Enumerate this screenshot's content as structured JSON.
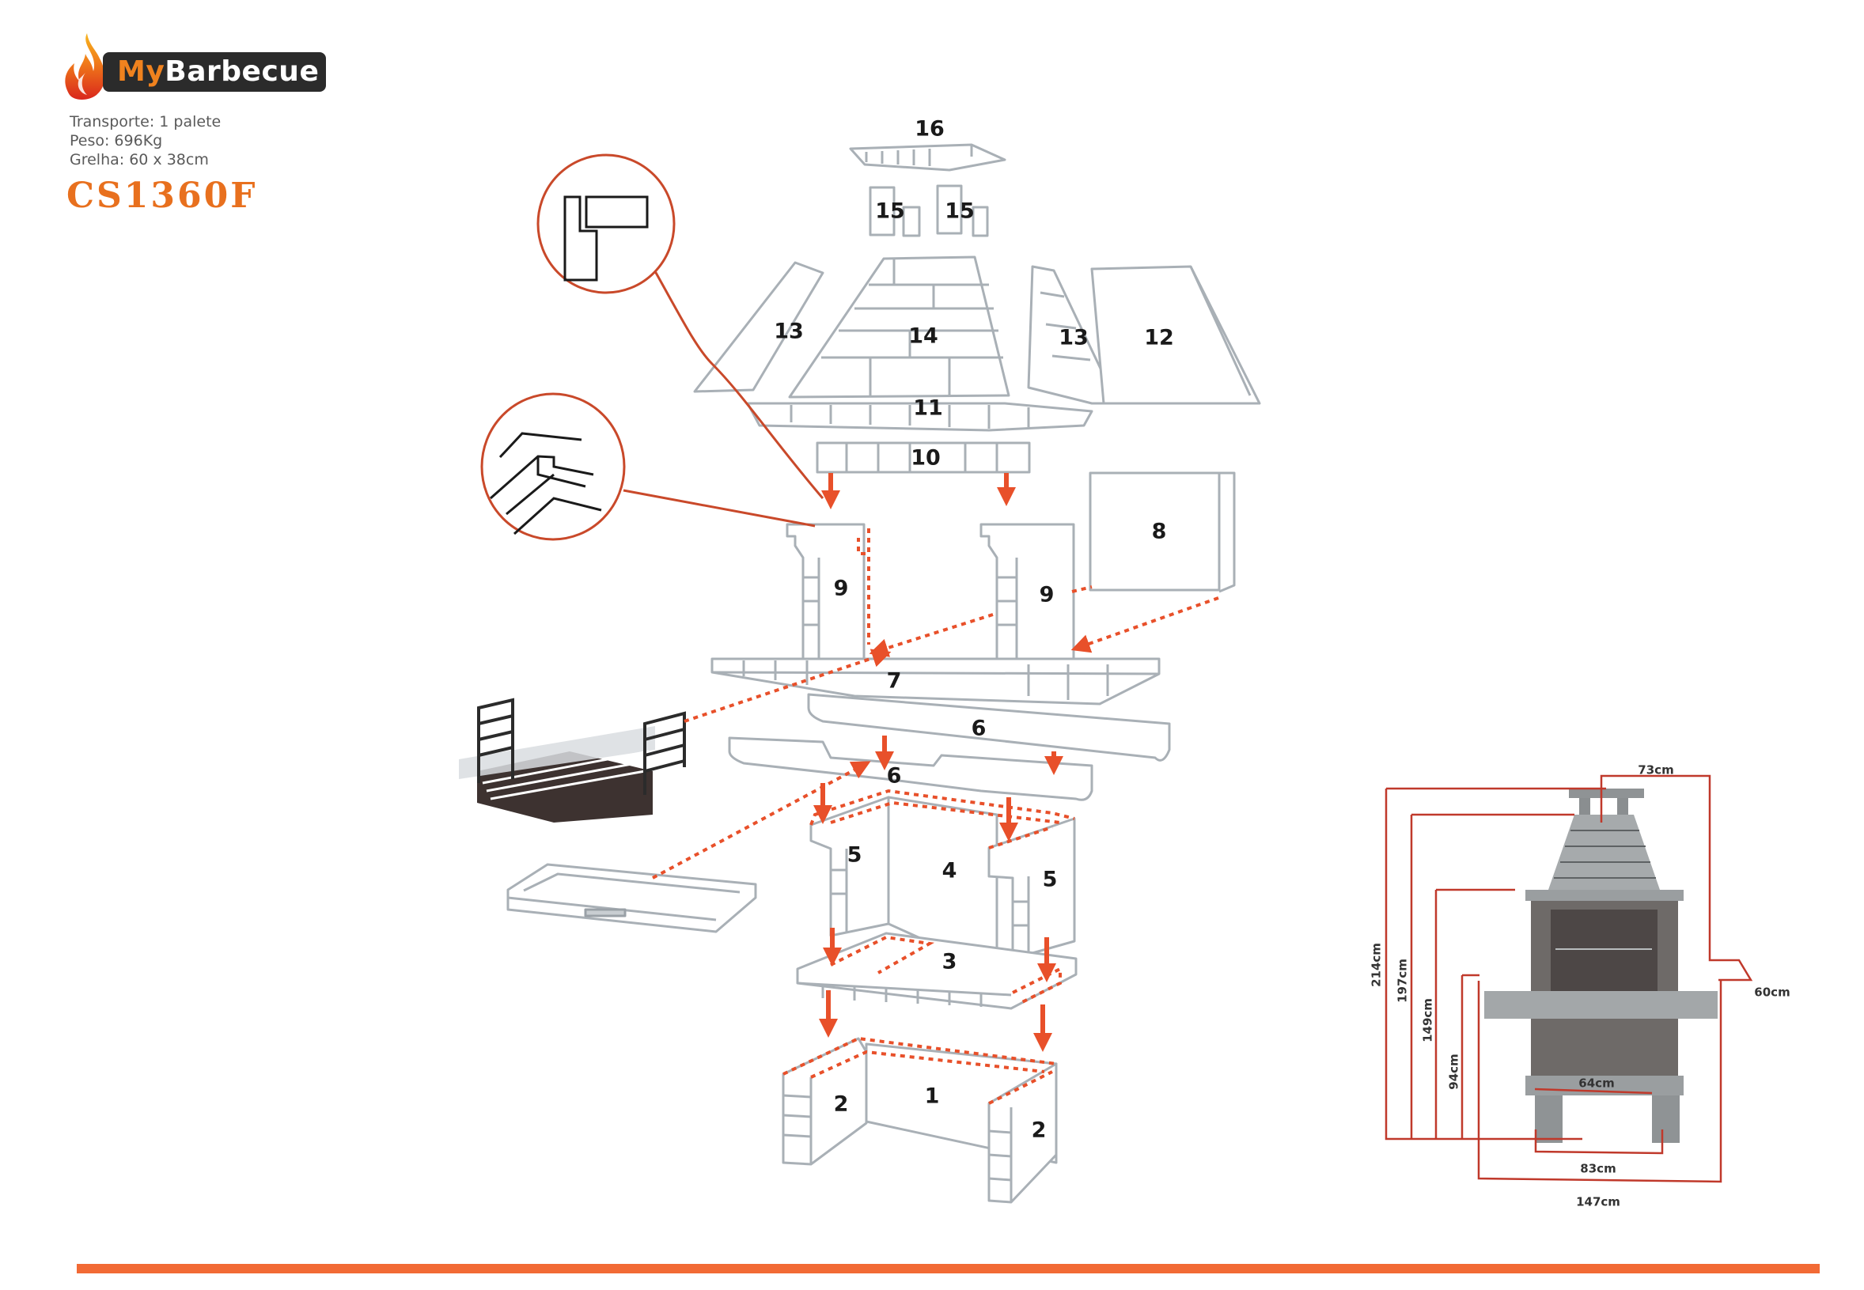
{
  "brand": {
    "name_part1": "My",
    "name_part2": "Barbecue",
    "icon": "flame-icon",
    "colors": {
      "accent": "#f0821e",
      "bar": "#2b2b2b",
      "model": "#e8701e",
      "footer": "#f26a35",
      "arrow": "#e8502a"
    }
  },
  "specs": {
    "transport": "Transporte: 1 palete",
    "weight": "Peso: 696Kg",
    "grill": "Grelha: 60 x 38cm"
  },
  "model": "CS1360F",
  "parts": [
    {
      "id": "1",
      "label": "1"
    },
    {
      "id": "2a",
      "label": "2"
    },
    {
      "id": "2b",
      "label": "2"
    },
    {
      "id": "3",
      "label": "3"
    },
    {
      "id": "4",
      "label": "4"
    },
    {
      "id": "5a",
      "label": "5"
    },
    {
      "id": "5b",
      "label": "5"
    },
    {
      "id": "6a",
      "label": "6"
    },
    {
      "id": "6b",
      "label": "6"
    },
    {
      "id": "7",
      "label": "7"
    },
    {
      "id": "8",
      "label": "8"
    },
    {
      "id": "9a",
      "label": "9"
    },
    {
      "id": "9b",
      "label": "9"
    },
    {
      "id": "10",
      "label": "10"
    },
    {
      "id": "11",
      "label": "11"
    },
    {
      "id": "12",
      "label": "12"
    },
    {
      "id": "13a",
      "label": "13"
    },
    {
      "id": "13b",
      "label": "13"
    },
    {
      "id": "14",
      "label": "14"
    },
    {
      "id": "15a",
      "label": "15"
    },
    {
      "id": "15b",
      "label": "15"
    },
    {
      "id": "16",
      "label": "16"
    }
  ],
  "dimensions": {
    "top_width": "73cm",
    "total_height": "214cm",
    "chimney_height": "197cm",
    "hood_height": "149cm",
    "counter_height": "94cm",
    "depth": "60cm",
    "inner_width": "64cm",
    "base_width": "83cm",
    "total_width": "147cm"
  }
}
